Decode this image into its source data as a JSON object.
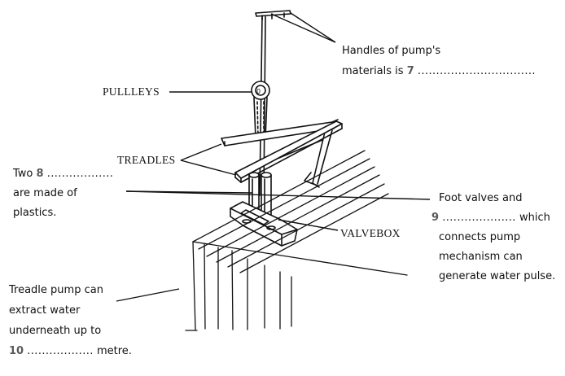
{
  "labels": {
    "handles": {
      "line1": "Handles of pump's",
      "prefix": "materials is",
      "number": "7",
      "dots": "................................"
    },
    "pulleys": "PULLLEYS",
    "treadles": "TREADLES",
    "two": {
      "prefix": "Two",
      "number": "8",
      "dots": "..................",
      "line2": "are made of",
      "line3": "plastics."
    },
    "foot": {
      "line1": "Foot valves and",
      "number": "9",
      "dots": "....................",
      "suffix": "which",
      "line3": "connects pump",
      "line4": "mechanism can",
      "line5": "generate water pulse."
    },
    "valvebox": "VALVEBOX",
    "treadle_pump": {
      "line1": "Treadle pump can",
      "line2": "extract water",
      "line3": "underneath up to",
      "number": "10",
      "dots": "..................",
      "suffix": "metre."
    }
  },
  "pulley_mark": "0"
}
